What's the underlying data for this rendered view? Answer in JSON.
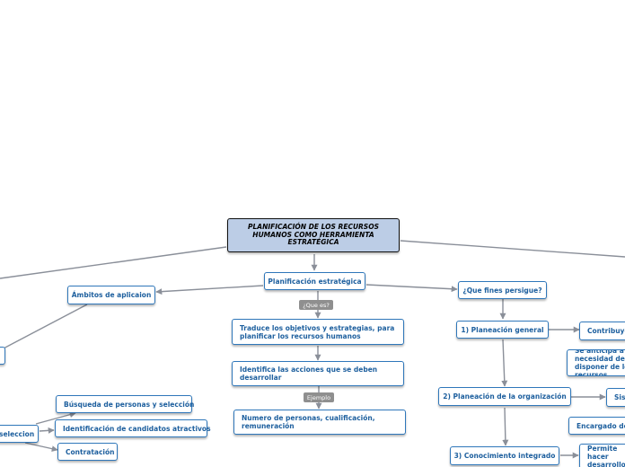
{
  "root": {
    "title": "PLANIFICACIÓN DE LOS RECURSOS HUMANOS COMO HERRAMIENTA ESTRATÉGICA"
  },
  "nodes": {
    "planificacion": "Planificación estratégica",
    "que_es_tag": "¿Que es?",
    "traduce": "Traduce los objetivos y estrategias, para planificar los recursos humanos",
    "identifica": "Identifica las acciones que se deben desarrollar",
    "ejemplo_tag": "Ejemplo",
    "numero": "Numero de personas, cualificación, remuneración",
    "ambitos": "Ámbitos de aplicaion",
    "fines": "¿Que fines persigue?",
    "planeacion_general": "1) Planeación general",
    "planeacion_org": "2) Planeación de la organización",
    "conocimiento": "3) Conocimiento integrado",
    "contribuye": "Contribuye",
    "anticipa": "Se anticipa a la necesidad de disponer de los recursos",
    "sistema": "Sistema",
    "encargado": "Encargado del",
    "permite": "Permite hacer desarrollo",
    "seleccion": "seleccion",
    "busqueda": "Búsqueda de personas y selección",
    "candidatos": "Identificación de candidatos atractivos",
    "contratacion": "Contratación"
  },
  "colors": {
    "accent": "#2f77ba",
    "text": "#1d5f9e",
    "root_fill": "#bccde6",
    "connector": "#8a8f99",
    "tag_fill": "#8f8f8f"
  }
}
